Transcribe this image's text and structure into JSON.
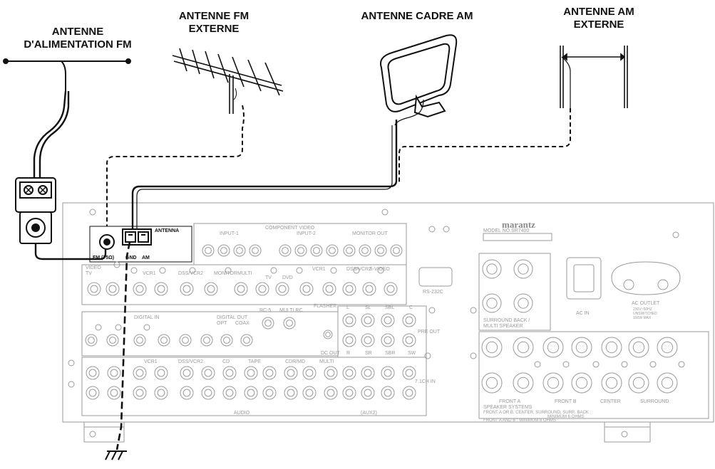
{
  "labels": {
    "fm_power_antenna": [
      "ANTENNE",
      "D'ALIMENTATION FM"
    ],
    "fm_external_antenna": [
      "ANTENNE FM",
      "EXTERNE"
    ],
    "am_loop_antenna": [
      "ANTENNE CADRE AM"
    ],
    "am_external_antenna": [
      "ANTENNE AM",
      "EXTERNE"
    ]
  },
  "panel": {
    "antenna_block": "ANTENNA",
    "fm_terminal": "FM (75Ω)",
    "gnd_terminal": "GND",
    "am_terminal": "AM",
    "component_video": "COMPONENT VIDEO",
    "input1": "INPUT-1",
    "input2": "INPUT-2",
    "monitor_out": "MONITOR OUT",
    "svideo": "S-VIDEO",
    "video": "VIDEO",
    "tv": "TV",
    "dvd": "DVD",
    "vcr1": "VCR1",
    "dss_vcr2": "DSS/VCR2",
    "monitor": "MONITOR",
    "multi": "MULTI",
    "out": "OUT",
    "in": "IN",
    "rs232c": "RS-232C",
    "digital_in": "DIGITAL IN",
    "digital_out": "DIGITAL OUT",
    "opt": "OPT",
    "coax": "COAX",
    "rc5": "RC-5",
    "multi_rc": "MULTI RC",
    "flasher": "FLASHER",
    "pre_out": "PRE OUT",
    "dc_out": "DC OUT",
    "cd": "CD",
    "tape": "TAPE",
    "cdr_md": "CDR/MD",
    "audio": "AUDIO",
    "aux2": "(AUX2)",
    "ch7_in": "7.1CH IN",
    "brand": "marantz",
    "model": "MODEL NO.SR7400",
    "surround_back": "SURROUND BACK /",
    "multi_speaker": "MULTI SPEAKER",
    "ac_in": "AC IN",
    "ac_outlet": "AC OUTLET",
    "ac_spec1": "230V~50HZ",
    "ac_spec2": "UNSWITCHED",
    "ac_spec3": "100W MAX",
    "front_a": "FRONT A",
    "front_b": "FRONT B",
    "center": "CENTER",
    "surround": "SURROUND",
    "speaker_systems": "SPEAKER SYSTEMS",
    "spk_note1": "FRONT A OR B, CENTER, SURROUND, SURR. BACK :",
    "spk_note2": "MINIMUM 6 OHMS",
    "spk_note3": "FRONT A AND B :  MINIMUM 8 OHMS",
    "ch_l": "L",
    "ch_r": "R",
    "ch_sl": "SL",
    "ch_sr": "SR",
    "ch_sbl": "SBL",
    "ch_sbr": "SBR",
    "ch_c": "C",
    "ch_sw": "SW"
  },
  "colors": {
    "line": "#111111",
    "panel_line": "#9a9a9a",
    "panel_fill": "#ffffff"
  }
}
